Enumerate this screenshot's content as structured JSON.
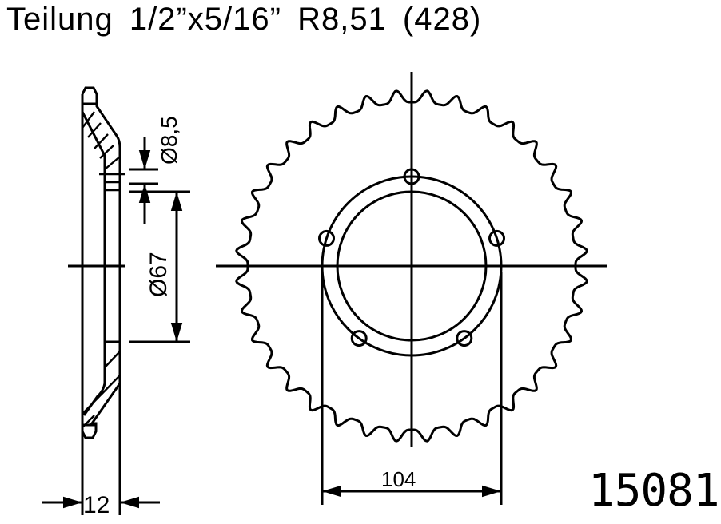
{
  "title": "Teilung 1/2”x5/16” R8,51 (428)",
  "part_number": "15081",
  "colors": {
    "line": "#000000",
    "background": "#ffffff"
  },
  "side_view": {
    "dimensions": {
      "hole_diameter": "Ø8,5",
      "bore_diameter": "Ø67",
      "width": "12"
    }
  },
  "front_view": {
    "teeth": 36,
    "bolt_holes": 5,
    "dimensions": {
      "bolt_span": "104"
    }
  }
}
